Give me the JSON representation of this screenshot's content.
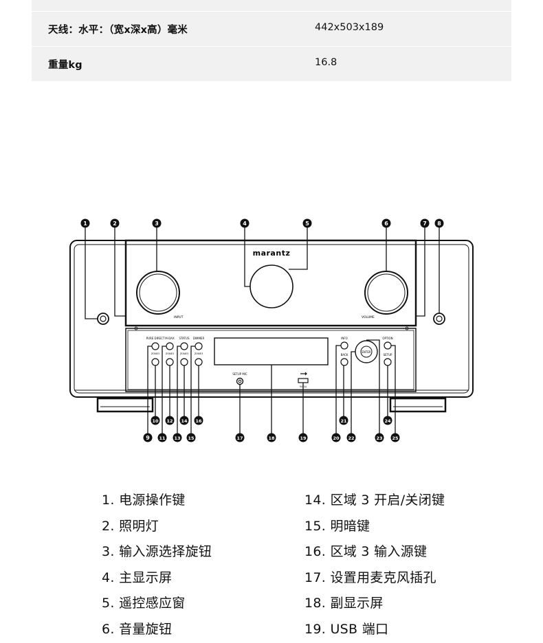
{
  "spec_table": {
    "rows": [
      {
        "label": "",
        "value": ""
      },
      {
        "label": "天线：水平：（宽x深x高）毫米",
        "value": "442x503x189"
      },
      {
        "label": "重量kg",
        "value": "16.8"
      }
    ]
  },
  "diagram": {
    "brand": "marantz",
    "knob_labels": {
      "input": "INPUT",
      "volume": "VOLUME"
    },
    "buttons_top": [
      "PURE DIRECT",
      "M-DAX",
      "STATUS",
      "DIMMER"
    ],
    "buttons_bottom_caption": "ZONE3",
    "setup_mic_label": "SETUP MIC",
    "usb_label": "5V/1A",
    "nav_labels": {
      "info": "INFO",
      "back": "BACK",
      "enter": "ENTER",
      "option": "OPTION",
      "setup": "SETUP"
    },
    "callouts": [
      "1",
      "2",
      "3",
      "4",
      "5",
      "6",
      "7",
      "8",
      "9",
      "10",
      "11",
      "12",
      "13",
      "14",
      "15",
      "16",
      "17",
      "18",
      "19",
      "20",
      "21",
      "22",
      "23",
      "24",
      "25"
    ]
  },
  "legend": {
    "left": [
      "1. 电源操作键",
      "2. 照明灯",
      "3. 输入源选择旋钮",
      "4. 主显示屏",
      "5. 遥控感应窗",
      "6. 音量旋钮"
    ],
    "right": [
      "14. 区域 3 开启/关闭键",
      "15. 明暗键",
      "16. 区域 3 输入源键",
      "17. 设置用麦克风插孔",
      "18. 副显示屏",
      "19. USB 端口"
    ]
  }
}
